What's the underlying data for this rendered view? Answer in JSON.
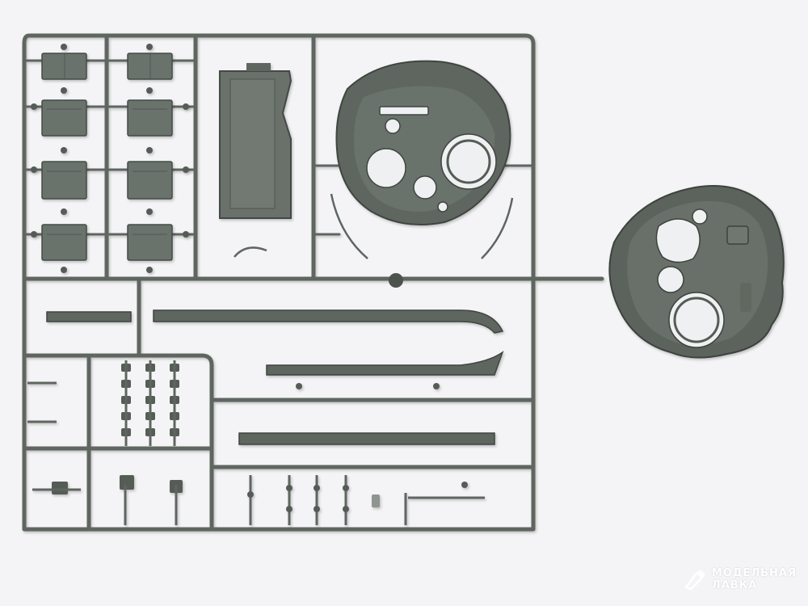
{
  "photo": {
    "subject": "plastic-model-sprue",
    "colors": {
      "background": "#f4f4f6",
      "plastic": "#5f6660",
      "plastic_dark": "#434944",
      "plastic_light": "#7a827b",
      "hole": "#eef0f2"
    }
  },
  "watermark": {
    "line1": "МОДЕЛЬНАЯ",
    "line2": "ЛАВКА",
    "icon": "wrench-logo-icon"
  }
}
